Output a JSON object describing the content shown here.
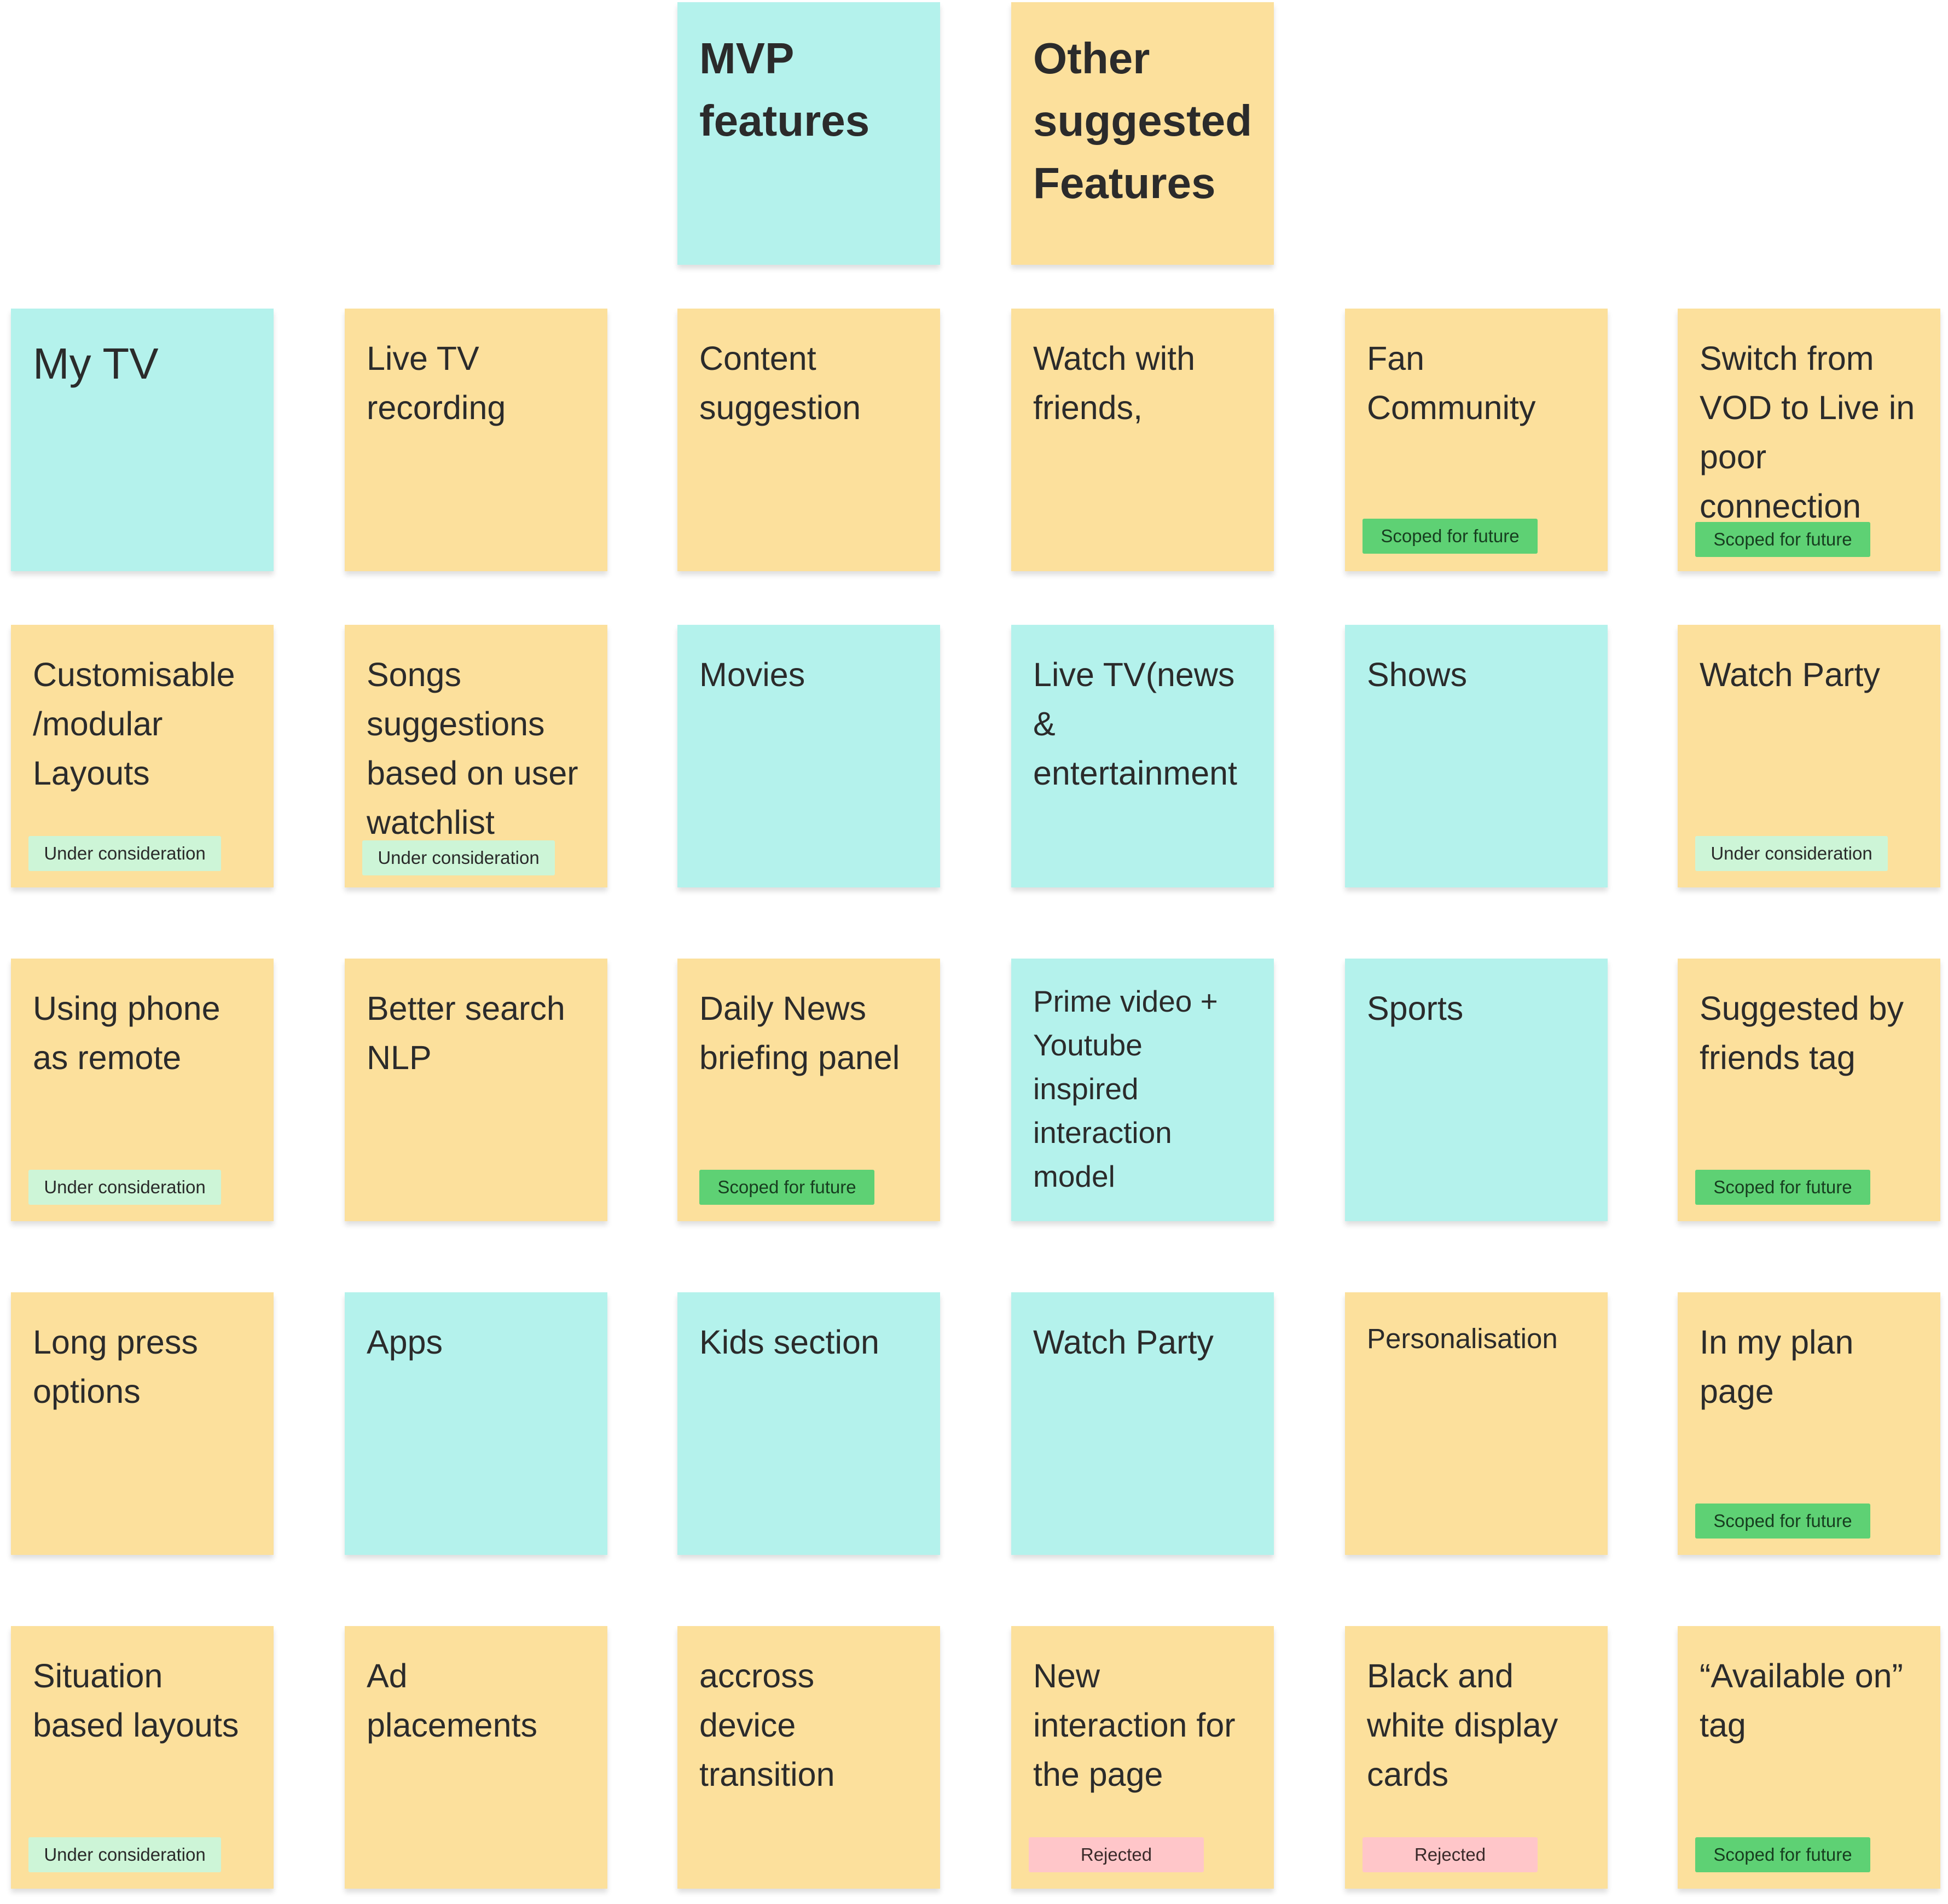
{
  "headers": {
    "mvp": "MVP features",
    "other": "Other suggested Features"
  },
  "tags": {
    "scoped": "Scoped for future",
    "under": "Under consideration",
    "rejected": "Rejected"
  },
  "colors": {
    "mvp": "#b4f2ec",
    "other": "#fce09c",
    "scoped": "#5ed174",
    "under": "#cdf5d7",
    "rejected": "#ffc6c9"
  },
  "row1": {
    "c1": "My TV",
    "c2": "Live TV recording",
    "c3": "Content suggestion",
    "c4": "Watch with friends,",
    "c5": "Fan Community",
    "c6": "Switch from VOD to Live in poor connection"
  },
  "row2": {
    "c1": "Customisable /modular Layouts",
    "c2": "Songs suggestions based on user watchlist",
    "c3": "Movies",
    "c4": "Live TV(news & entertainment",
    "c5": "Shows",
    "c6": "Watch Party"
  },
  "row3": {
    "c1": "Using phone as remote",
    "c2": "Better search NLP",
    "c3": "Daily News briefing panel",
    "c4": "Prime video + Youtube inspired interaction model",
    "c5": "Sports",
    "c6": "Suggested by friends tag"
  },
  "row4": {
    "c1": "Long press options",
    "c2": "Apps",
    "c3": "Kids section",
    "c4": "Watch Party",
    "c5": "Personalisation",
    "c6": "In my plan page"
  },
  "row5": {
    "c1": "Situation based layouts",
    "c2": "Ad placements",
    "c3": "accross device transition",
    "c4": "New interaction for the page",
    "c5": "Black and white display cards",
    "c6": "“Available on” tag"
  }
}
